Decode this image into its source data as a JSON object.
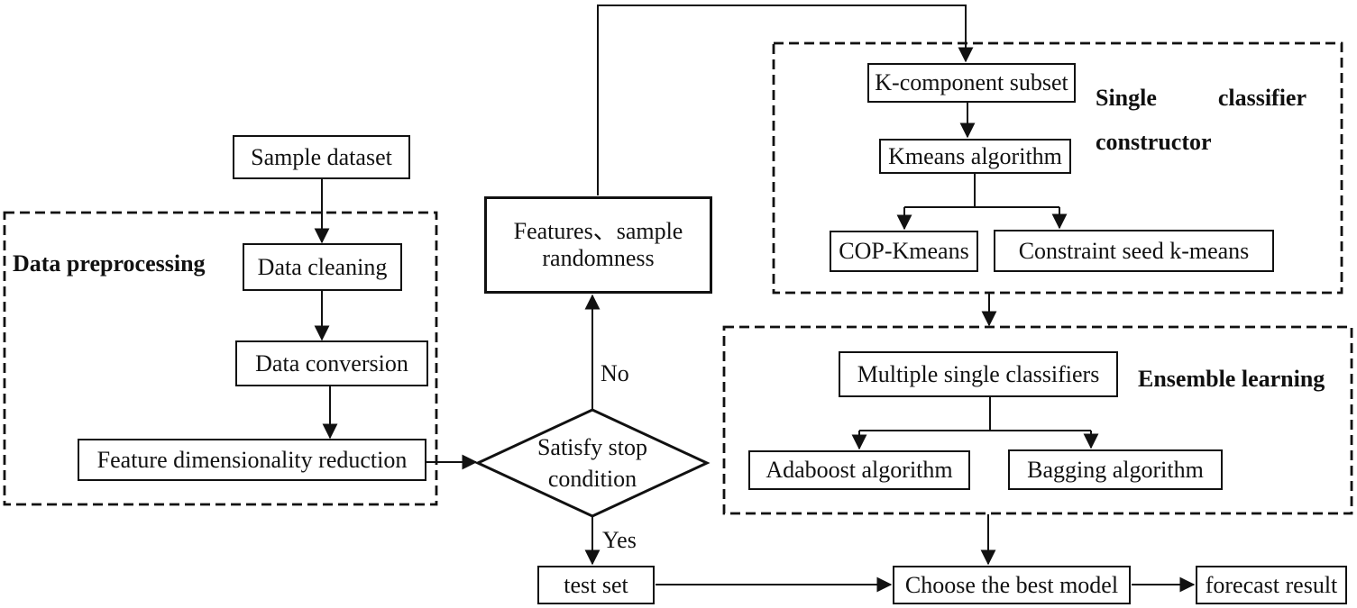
{
  "diagram": {
    "title_semantic": "Semi-supervised clustering ensemble forecasting flowchart",
    "colors": {
      "background": "#ffffff",
      "line": "#111111",
      "text": "#111111"
    },
    "nodes": {
      "sample_dataset": "Sample dataset",
      "data_cleaning": "Data cleaning",
      "data_conversion": "Data conversion",
      "feature_dim_reduction": "Feature dimensionality reduction",
      "features_sample_line1": "Features、sample",
      "features_sample_line2": "randomness",
      "satisfy_line1": "Satisfy stop",
      "satisfy_line2": "condition",
      "k_component_subset": "K-component subset",
      "kmeans_algorithm": "Kmeans algorithm",
      "cop_kmeans": "COP-Kmeans",
      "constraint_seed_kmeans": "Constraint seed k-means",
      "multiple_single_classifiers": "Multiple single classifiers",
      "adaboost_algorithm": "Adaboost algorithm",
      "bagging_algorithm": "Bagging algorithm",
      "test_set": "test set",
      "choose_best_model": "Choose the best model",
      "forecast_result": "forecast result"
    },
    "groups": {
      "data_preprocessing": "Data preprocessing",
      "single_classifier_word1": "Single",
      "single_classifier_word2": "classifier",
      "single_classifier_line2": "constructor",
      "ensemble_learning": "Ensemble learning"
    },
    "edge_labels": {
      "no": "No",
      "yes": "Yes"
    }
  }
}
